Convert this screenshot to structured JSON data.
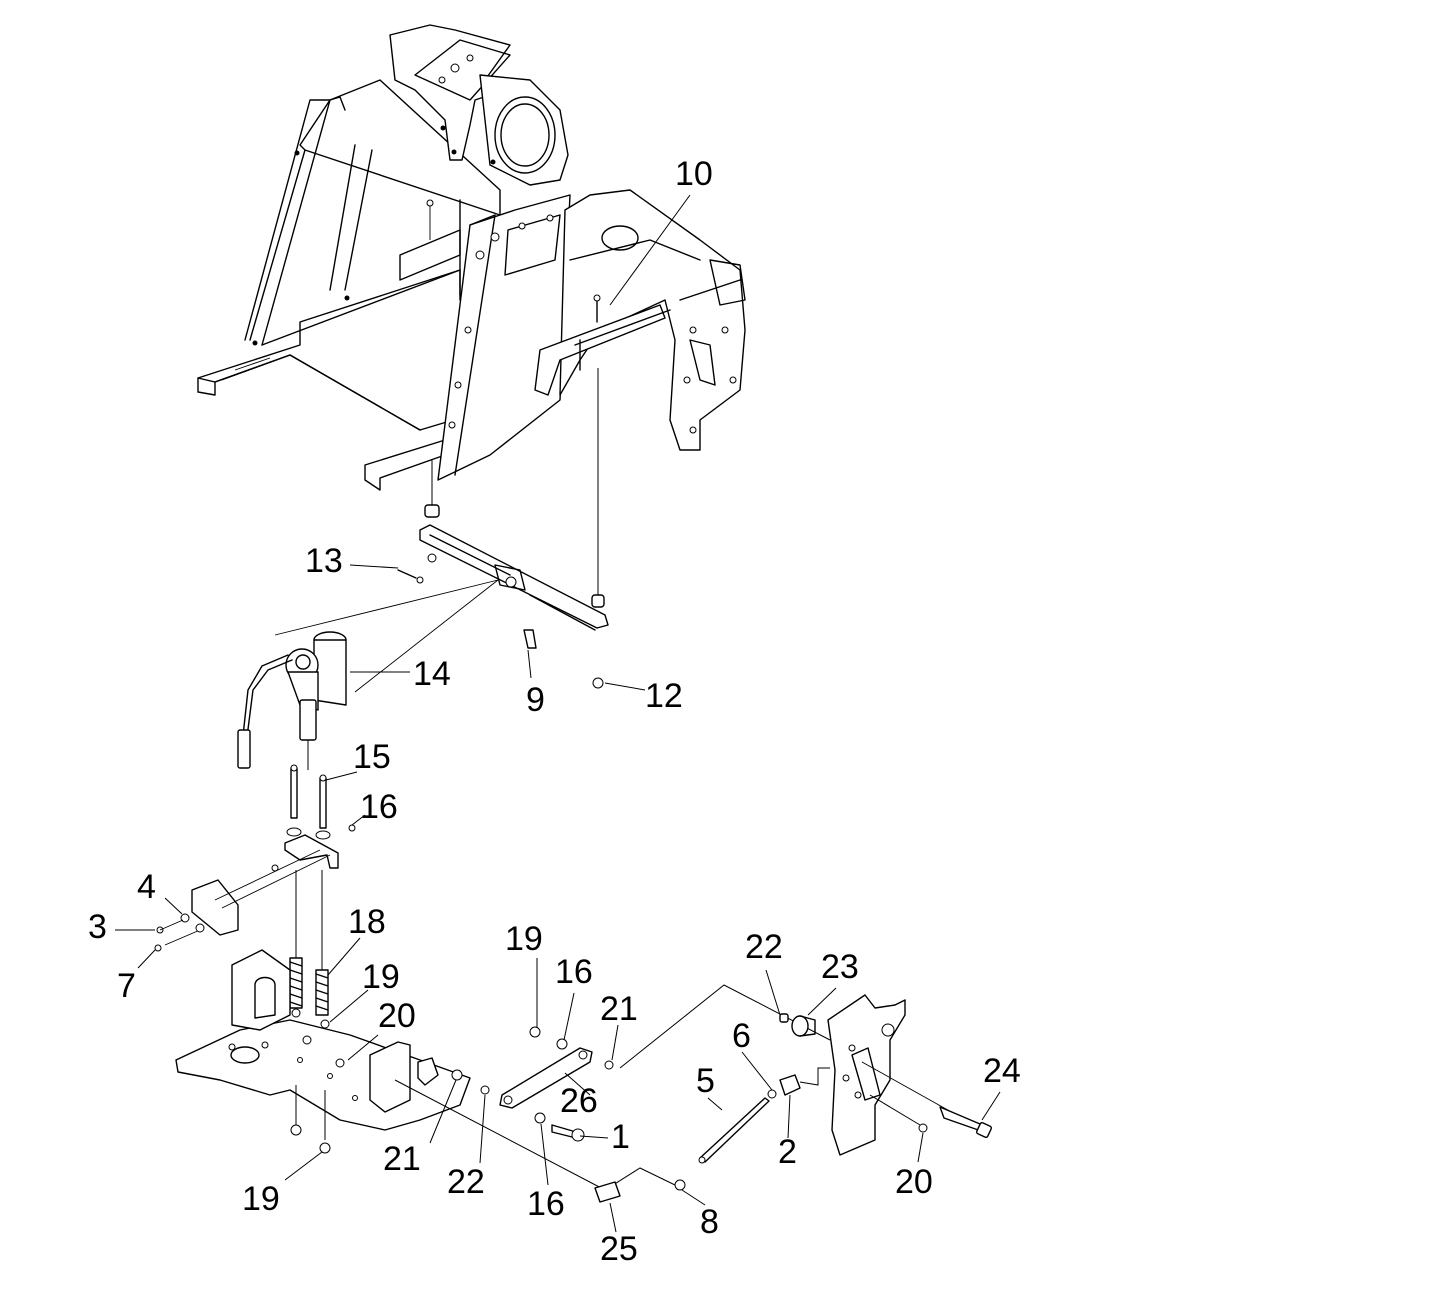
{
  "callouts": [
    {
      "id": "c10",
      "label": "10"
    },
    {
      "id": "c13",
      "label": "13"
    },
    {
      "id": "c14",
      "label": "14"
    },
    {
      "id": "c9",
      "label": "9"
    },
    {
      "id": "c12",
      "label": "12"
    },
    {
      "id": "c15",
      "label": "15"
    },
    {
      "id": "c16a",
      "label": "16"
    },
    {
      "id": "c4",
      "label": "4"
    },
    {
      "id": "c3",
      "label": "3"
    },
    {
      "id": "c7",
      "label": "7"
    },
    {
      "id": "c18",
      "label": "18"
    },
    {
      "id": "c19a",
      "label": "19"
    },
    {
      "id": "c20a",
      "label": "20"
    },
    {
      "id": "c19b",
      "label": "19"
    },
    {
      "id": "c16b",
      "label": "16"
    },
    {
      "id": "c21a",
      "label": "21"
    },
    {
      "id": "c22a",
      "label": "22"
    },
    {
      "id": "c23",
      "label": "23"
    },
    {
      "id": "c6",
      "label": "6"
    },
    {
      "id": "c5",
      "label": "5"
    },
    {
      "id": "c26",
      "label": "26"
    },
    {
      "id": "c1",
      "label": "1"
    },
    {
      "id": "c2",
      "label": "2"
    },
    {
      "id": "c24",
      "label": "24"
    },
    {
      "id": "c20b",
      "label": "20"
    },
    {
      "id": "c21b",
      "label": "21"
    },
    {
      "id": "c22b",
      "label": "22"
    },
    {
      "id": "c16c",
      "label": "16"
    },
    {
      "id": "c19c",
      "label": "19"
    },
    {
      "id": "c25",
      "label": "25"
    },
    {
      "id": "c8",
      "label": "8"
    }
  ]
}
